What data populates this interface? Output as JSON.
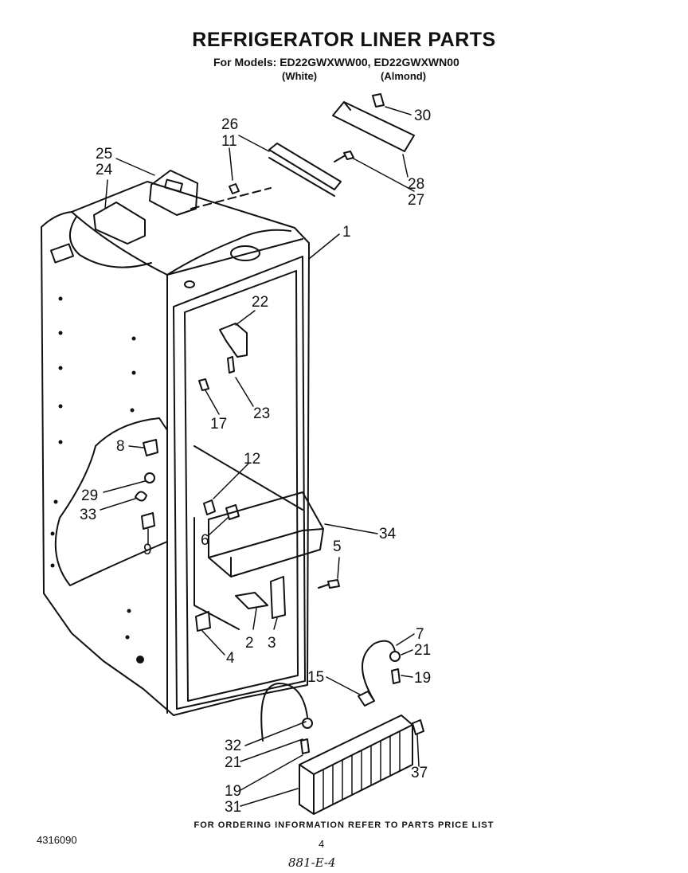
{
  "header": {
    "title": "REFRIGERATOR LINER PARTS",
    "models_line": "For Models: ED22GWXWW00, ED22GWXWN00",
    "variant_white": "(White)",
    "variant_almond": "(Almond)"
  },
  "callouts": [
    {
      "id": "c30",
      "label": "30"
    },
    {
      "id": "c26",
      "label": "26"
    },
    {
      "id": "c11",
      "label": "11"
    },
    {
      "id": "c25",
      "label": "25"
    },
    {
      "id": "c24",
      "label": "24"
    },
    {
      "id": "c28",
      "label": "28"
    },
    {
      "id": "c27",
      "label": "27"
    },
    {
      "id": "c1",
      "label": "1"
    },
    {
      "id": "c22",
      "label": "22"
    },
    {
      "id": "c23",
      "label": "23"
    },
    {
      "id": "c17",
      "label": "17"
    },
    {
      "id": "c12",
      "label": "12"
    },
    {
      "id": "c8",
      "label": "8"
    },
    {
      "id": "c29",
      "label": "29"
    },
    {
      "id": "c33",
      "label": "33"
    },
    {
      "id": "c9",
      "label": "9"
    },
    {
      "id": "c6",
      "label": "6"
    },
    {
      "id": "c34",
      "label": "34"
    },
    {
      "id": "c5",
      "label": "5"
    },
    {
      "id": "c2",
      "label": "2"
    },
    {
      "id": "c3",
      "label": "3"
    },
    {
      "id": "c4",
      "label": "4"
    },
    {
      "id": "c7",
      "label": "7"
    },
    {
      "id": "c21a",
      "label": "21"
    },
    {
      "id": "c19a",
      "label": "19"
    },
    {
      "id": "c15",
      "label": "15"
    },
    {
      "id": "c32",
      "label": "32"
    },
    {
      "id": "c21b",
      "label": "21"
    },
    {
      "id": "c37",
      "label": "37"
    },
    {
      "id": "c19b",
      "label": "19"
    },
    {
      "id": "c31",
      "label": "31"
    }
  ],
  "footer": {
    "ordering_note": "FOR ORDERING INFORMATION REFER TO PARTS PRICE LIST",
    "doc_number": "4316090",
    "page_number": "4",
    "handwritten_mark": "881-E-4"
  }
}
